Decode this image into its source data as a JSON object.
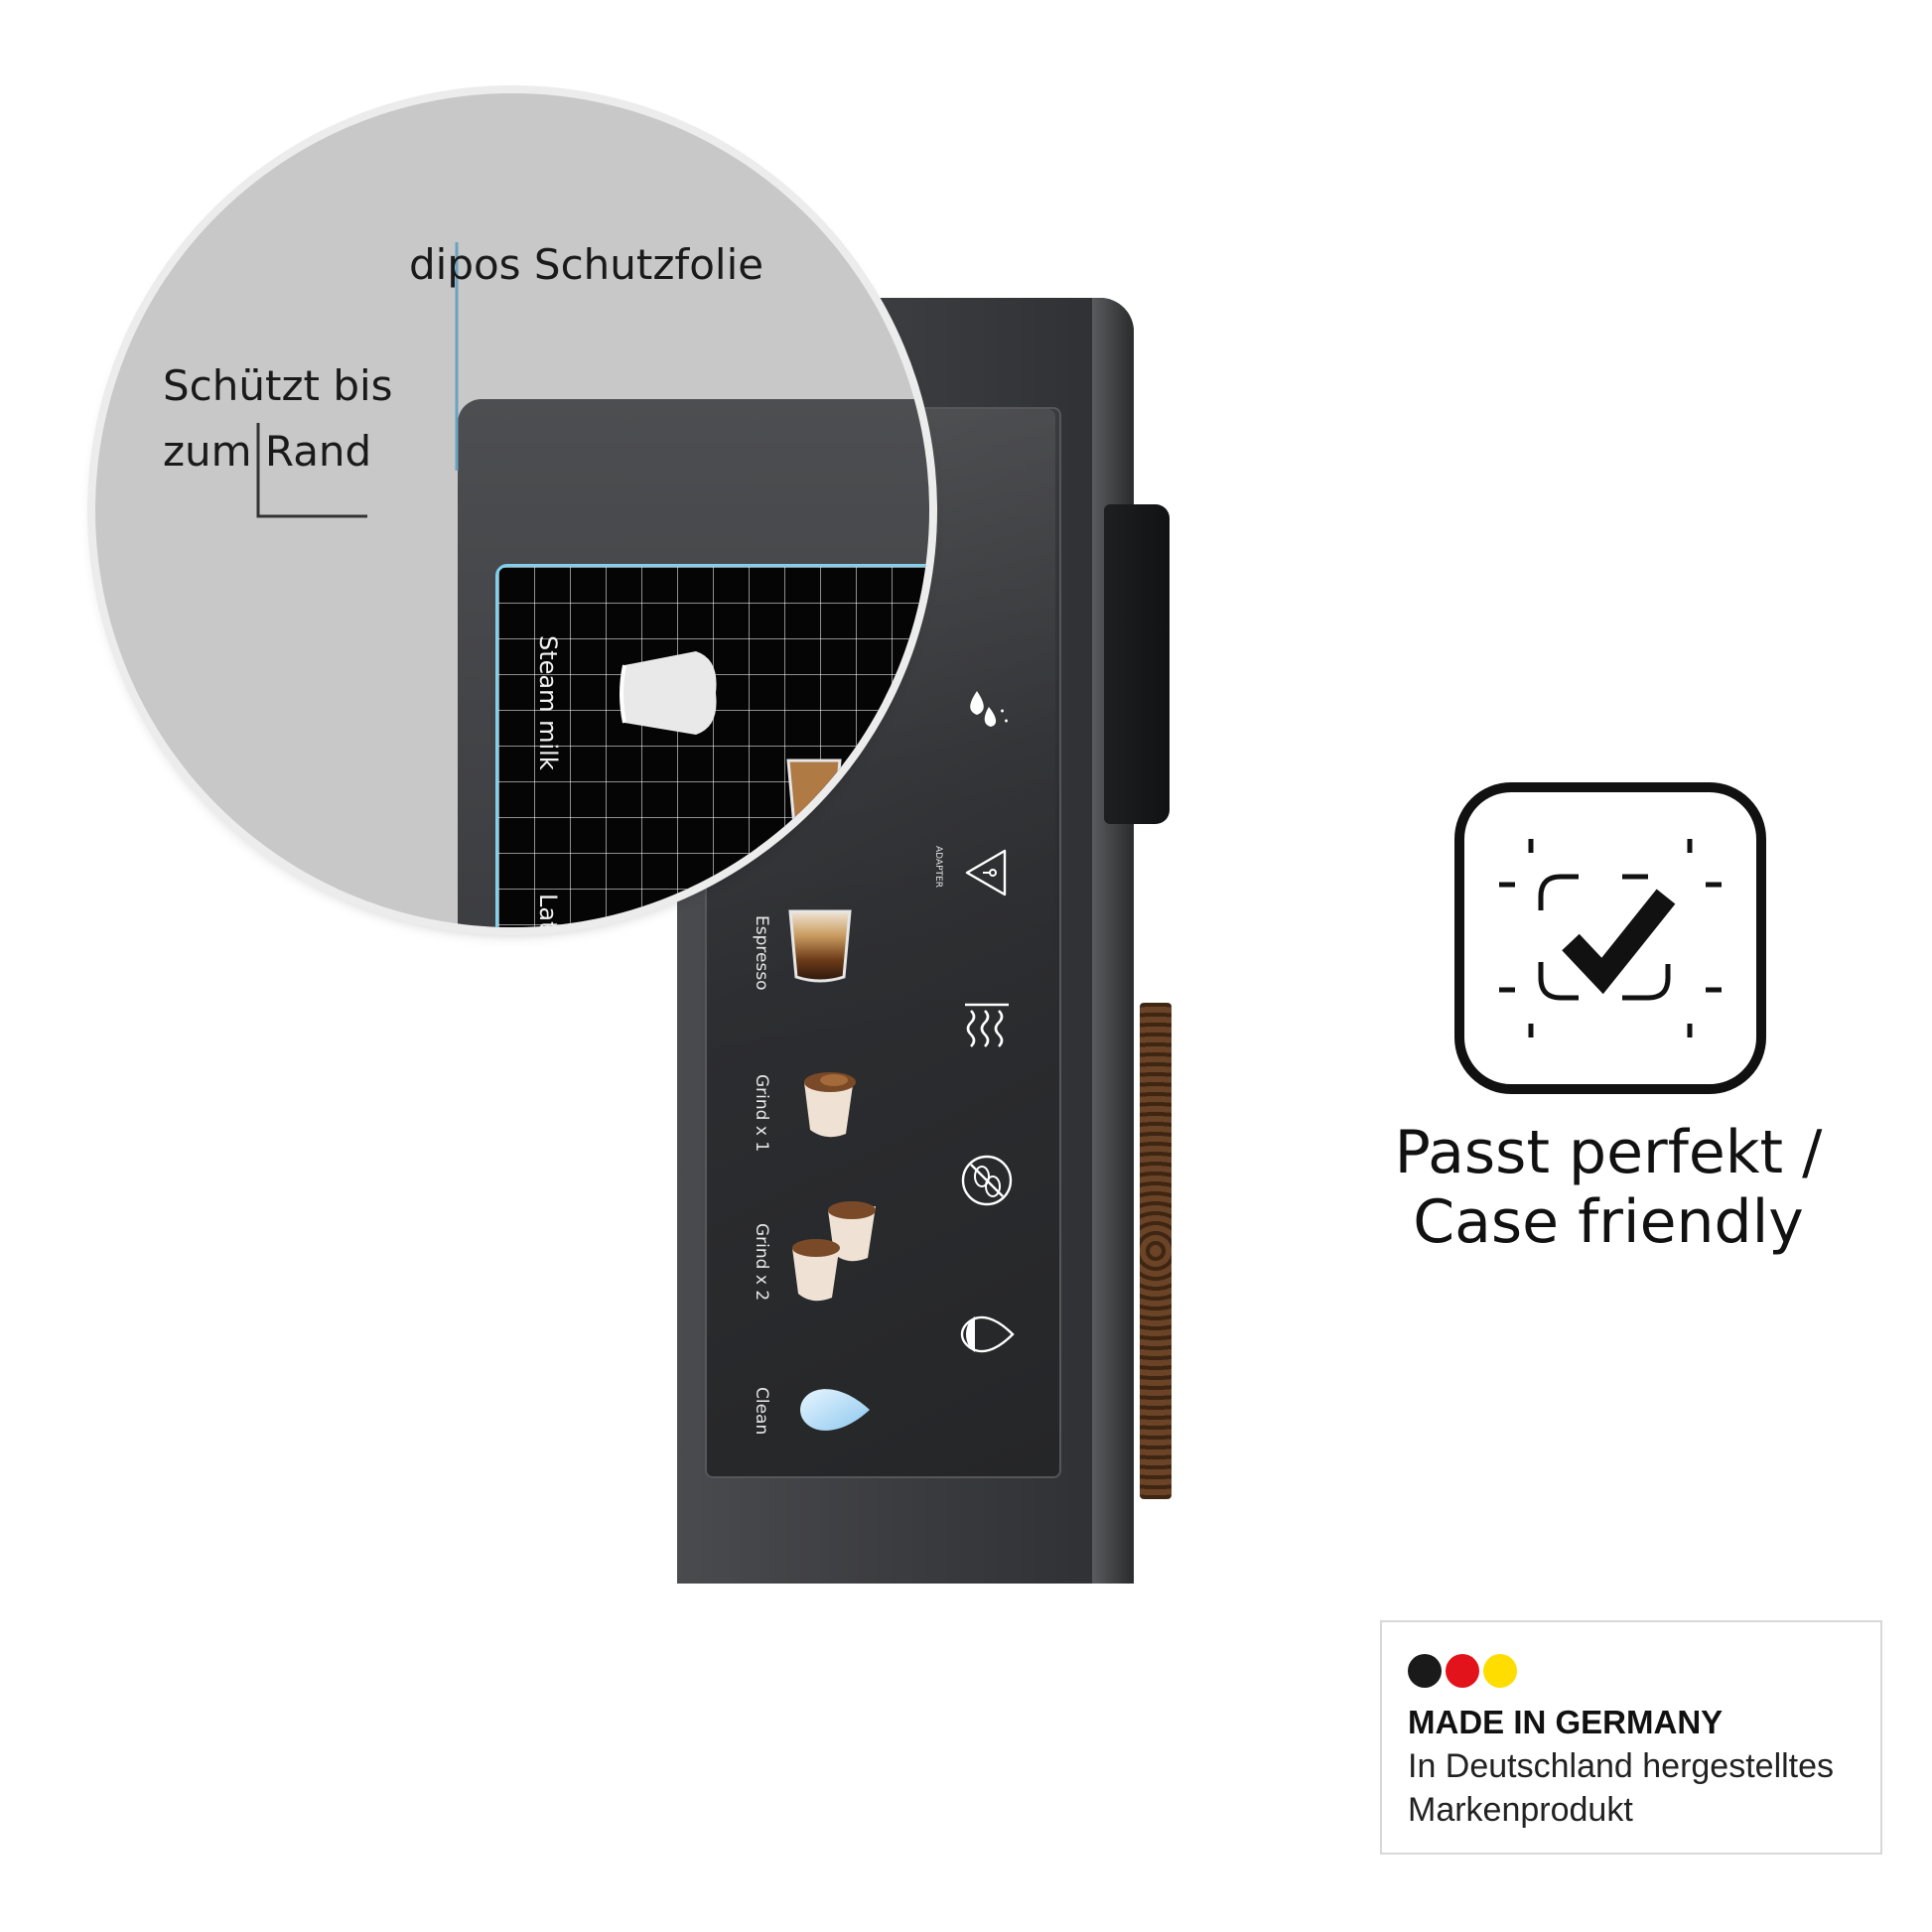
{
  "callouts": {
    "film_label": "dipos Schutzfolie",
    "edge_line1": "Schützt bis",
    "edge_line2": "zum Rand"
  },
  "zoom_screen": {
    "steam_label": "Steam milk",
    "latte_label": "Latte"
  },
  "panel": {
    "drinks": [
      {
        "label": "Espresso",
        "icon": "espresso-cup-icon"
      },
      {
        "label": "Grind x 1",
        "icon": "ground-coffee-cup-icon"
      },
      {
        "label": "Grind x 2",
        "icon": "double-ground-coffee-cup-icon"
      },
      {
        "label": "Clean",
        "icon": "water-drop-icon"
      }
    ],
    "adapter_label": "ADAPTER",
    "side_icons": [
      "milk-drops-icon",
      "adapter-warning-icon",
      "steam-waves-icon",
      "no-beans-icon",
      "drop-half-icon"
    ]
  },
  "feature": {
    "icon": "fit-check-icon",
    "line1": "Passt perfekt /",
    "line2": "Case friendly"
  },
  "badge": {
    "title": "MADE IN GERMANY",
    "line1": "In Deutschland hergestelltes",
    "line2": "Markenprodukt",
    "colors": [
      "#1a1a1a",
      "#e3131b",
      "#ffdd00"
    ]
  }
}
